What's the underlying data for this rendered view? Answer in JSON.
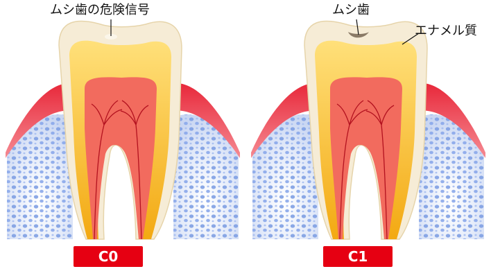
{
  "panels": [
    {
      "stage": "C0",
      "callout": "ムシ歯の危険信号"
    },
    {
      "stage": "C1",
      "callout": "ムシ歯",
      "callout2": "エナメル質"
    }
  ],
  "colors": {
    "gum": "#ef3b4a",
    "gum_light": "#f7a0a6",
    "bone": "#9fb8ec",
    "bone_light": "#dfe7f8",
    "enamel": "#f6ecd6",
    "dentin": "#f5b81c",
    "pulp": "#f26b5e",
    "badge": "#e60012"
  }
}
